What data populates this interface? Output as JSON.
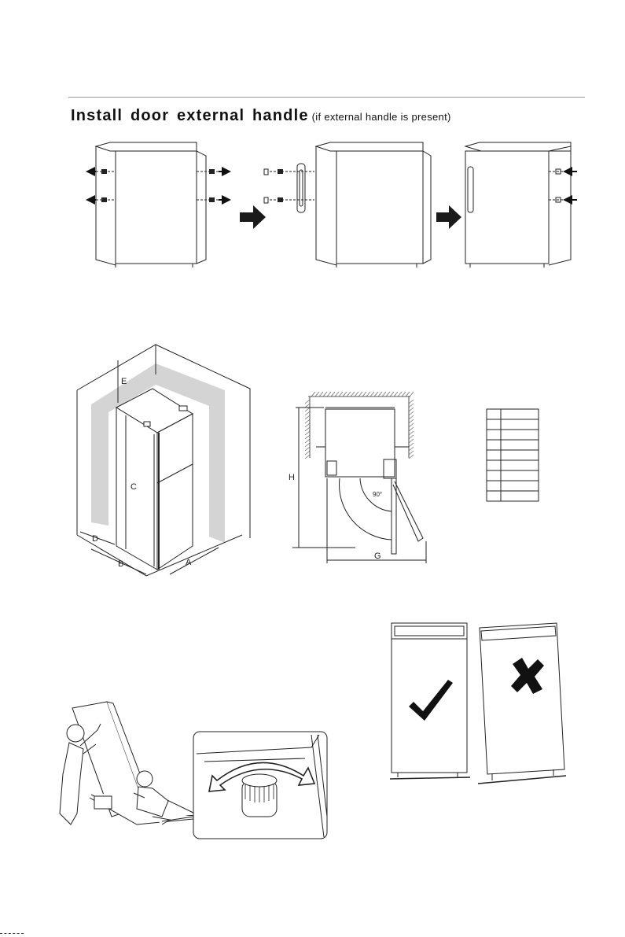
{
  "section": {
    "title": "Install door external handle",
    "subtitle": "(if external handle is present)"
  },
  "clearance_diagram": {
    "labels": {
      "a": "A",
      "b": "B",
      "c": "C",
      "d": "D",
      "e": "E"
    }
  },
  "door_swing_diagram": {
    "labels": {
      "h": "H",
      "g": "G",
      "angle": "90°"
    }
  },
  "dimension_table": {
    "rows": 9
  },
  "level_check": {
    "correct_icon": "check-mark-icon",
    "wrong_icon": "cross-icon"
  },
  "colors": {
    "line": "#222222",
    "clearance_zone": "#d4d4d4",
    "arrow": "#1a1a1a"
  }
}
